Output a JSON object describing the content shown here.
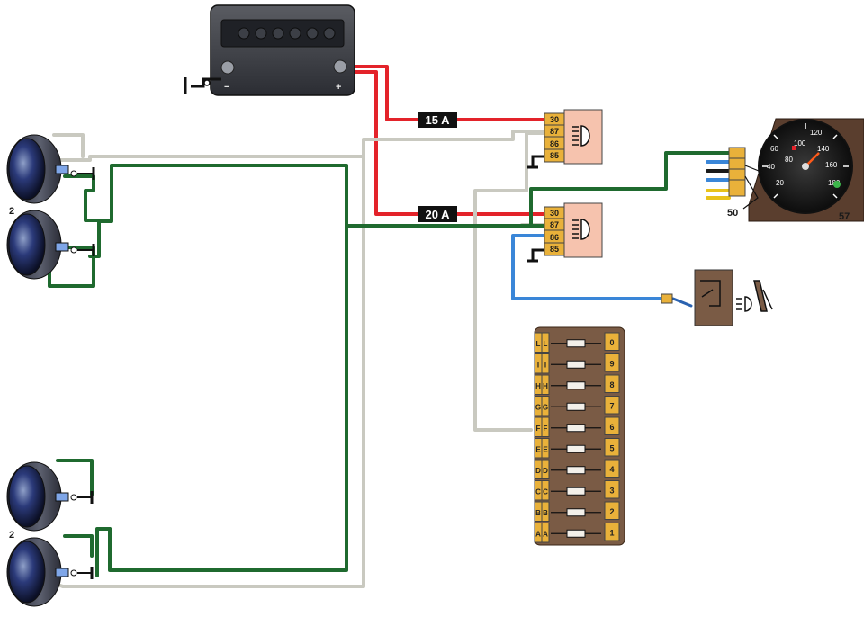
{
  "fuses": {
    "fuse_15": "15 A",
    "fuse_20": "20 A"
  },
  "relay_pins": [
    "30",
    "87",
    "86",
    "85"
  ],
  "battery": {
    "minus": "−",
    "plus": "+"
  },
  "headlamp_pair_marker": "2",
  "connector_labels": {
    "block_50": "50",
    "gauge_57": "57"
  },
  "speedometer": {
    "scale": [
      "20",
      "40",
      "60",
      "80",
      "100",
      "120",
      "140",
      "160",
      "180"
    ]
  },
  "fuse_block": {
    "letters": [
      "A",
      "A",
      "B",
      "B",
      "C",
      "C",
      "D",
      "D",
      "E",
      "E",
      "F",
      "F",
      "G",
      "G",
      "H",
      "H",
      "I",
      "I",
      "L",
      "L"
    ],
    "numbers": [
      "0",
      "9",
      "8",
      "7",
      "6",
      "5",
      "4",
      "3",
      "2",
      "1"
    ]
  },
  "wire_colors": {
    "red": "#e3232a",
    "green": "#1f6a2f",
    "grey": "#c9c9c0",
    "blue": "#3a86d8"
  }
}
